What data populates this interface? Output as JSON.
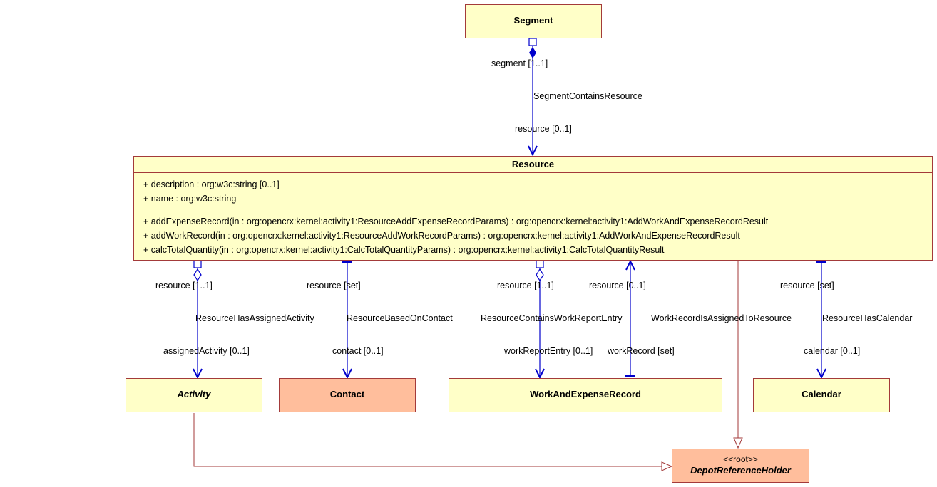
{
  "classes": {
    "segment": {
      "name": "Segment"
    },
    "resource": {
      "name": "Resource",
      "attributes": [
        "+ description : org:w3c:string [0..1]",
        "+ name : org:w3c:string"
      ],
      "operations": [
        "+ addExpenseRecord(in : org:opencrx:kernel:activity1:ResourceAddExpenseRecordParams) : org:opencrx:kernel:activity1:AddWorkAndExpenseRecordResult",
        "+ addWorkRecord(in : org:opencrx:kernel:activity1:ResourceAddWorkRecordParams) : org:opencrx:kernel:activity1:AddWorkAndExpenseRecordResult",
        "+ calcTotalQuantity(in : org:opencrx:kernel:activity1:CalcTotalQuantityParams) : org:opencrx:kernel:activity1:CalcTotalQuantityResult"
      ]
    },
    "activity": {
      "name": "Activity"
    },
    "contact": {
      "name": "Contact"
    },
    "work_and_expense_record": {
      "name": "WorkAndExpenseRecord"
    },
    "calendar": {
      "name": "Calendar"
    },
    "depot_reference_holder": {
      "stereotype": "<<root>>",
      "name": "DepotReferenceHolder"
    }
  },
  "associations": {
    "segment_contains_resource": {
      "name": "SegmentContainsResource",
      "end_a": "segment [1..1]",
      "end_b": "resource [0..1]"
    },
    "resource_has_assigned_activity": {
      "name": "ResourceHasAssignedActivity",
      "end_a": "resource [1..1]",
      "end_b": "assignedActivity [0..1]"
    },
    "resource_based_on_contact": {
      "name": "ResourceBasedOnContact",
      "end_a": "resource [set]",
      "end_b": "contact [0..1]"
    },
    "resource_contains_work_report_entry": {
      "name": "ResourceContainsWorkReportEntry",
      "end_a": "resource [1..1]",
      "end_b": "workReportEntry [0..1]"
    },
    "work_record_is_assigned_to_resource": {
      "name": "WorkRecordIsAssignedToResource",
      "end_a": "resource [0..1]",
      "end_b": "workRecord [set]"
    },
    "resource_has_calendar": {
      "name": "ResourceHasCalendar",
      "end_a": "resource [set]",
      "end_b": "calendar [0..1]"
    }
  }
}
